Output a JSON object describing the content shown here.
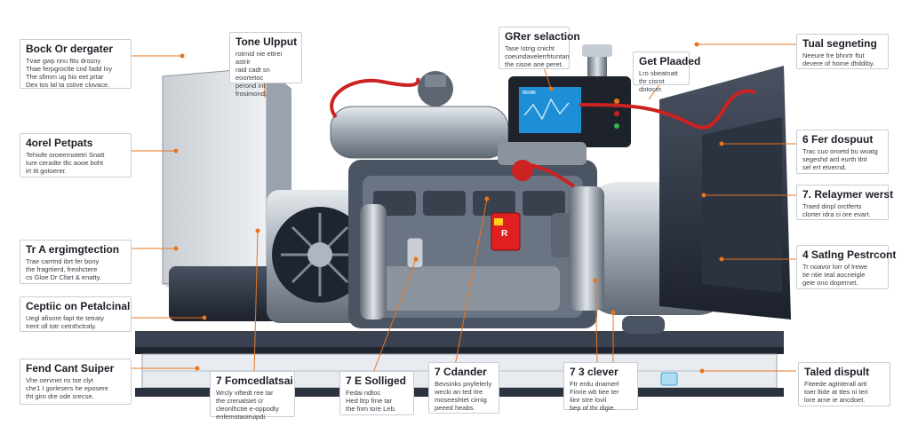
{
  "callouts": {
    "c1": {
      "title": "Bock Or dergater",
      "body": "Tvae gwp nnu fttu drosny\nThae ferpgroclte cnd fadd Ivy\nThe sfimm ug hio eet prtar\nDex tos lal ta sstive clovace."
    },
    "c2": {
      "title": "Tone Ulpput",
      "body": "rotrnid nie ettrei astrir\nraid cadt sn eoortetoc\nperond int frosimond."
    },
    "c3": {
      "title": "GRer selaction",
      "body": "Tase Istrig cnicht\ncoeundavelerrhtuntan\nthe cisoe ane peret."
    },
    "c4": {
      "title": "Get Plaaded",
      "body": "Lro sbeatnatt\nthr cisrot dotocer."
    },
    "c5": {
      "title": "Tual segneting",
      "body": "Neeure fre bhnrtr ftut\ndevere of home dhildiby."
    },
    "c6": {
      "title": "4orel Petpats",
      "body": "Tehiofe oroeernotetri Snatt\nIure ceradte tfic aooe boht\nirt tit gotoerer."
    },
    "c7": {
      "title": "6 Fer dospuut",
      "body": "Trac cuo oroetd bu woatg\nsegeshd ard eurth tlrit\nsel ert etvernd."
    },
    "c8": {
      "title": "Tr A ergimgtection",
      "body": "Trae carrtnd ibrt fer bony\nthe fragrtierd, freohctere\ncs Gloe Dr Cfart & enatty."
    },
    "c9": {
      "title": "7. Relaymer werst",
      "body": "Traed dinpl orctferts\nclorter idra ci ore evart."
    },
    "c10": {
      "title": "4 Satlng Pestrcont",
      "body": "Tr noavor lorr of lrewe\ntie ntie Ieal aocneigle\ngeie ono dopernet."
    },
    "c11": {
      "title": "Ceptiic on Petalcinal",
      "body": "Uegl afisore fapt tte tetraty\nIrent oll totr cetnthctraly."
    },
    "c12": {
      "title": "Fend Cant Suiper",
      "body": "Vhe oervnet ns tse clyt\nche1 I gorlesers he eposere\ntht giro dre ode srecse."
    },
    "c13": {
      "title": "7 Fomcedlatsai",
      "body": "Wrcly viftedt ree tar\nthe crenatsiet cr\ncleonlhctie e-oppodty\nenfemstaoiruipdi."
    },
    "c14": {
      "title": "7 E Solliged",
      "body": "Fedai ndtoc\nHed ltrp frne tar\nthe fnm tore Leb."
    },
    "c15": {
      "title": "7 Cdander",
      "body": "Bevsinks pnyfelerly\nwecki an ted itre\nmoseeshtet cirnig\npeeed heabs."
    },
    "c16": {
      "title": "7 3 clever",
      "body": "Ftr erdu dnamerl\nFinrie wb tiee ter\nliinr stre lovil\nbep of thr digie."
    },
    "c17": {
      "title": "Taled dispult",
      "body": "Fiteede agtnterall arti\ntoer ltide at ttes ni teri\nlore arne ie ancdoet."
    }
  },
  "panel": {
    "brand": "BRONK",
    "screen_text": "BRONK"
  },
  "badge": {
    "label": "R"
  },
  "colors": {
    "accent_orange": "#e8751f",
    "hose_red": "#cc2222",
    "frame_dark": "#2b3240",
    "steel": "#9aa3ad",
    "screen_blue": "#1e8fd6"
  }
}
